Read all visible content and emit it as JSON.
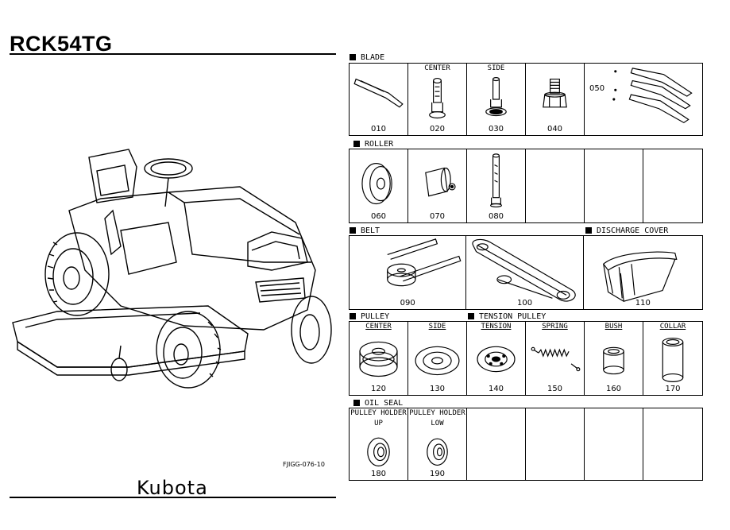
{
  "header": {
    "model": "RCK54TG",
    "figure_code": "FJIGG-076-10",
    "brand_logo": "Kubota"
  },
  "sections": {
    "blade": {
      "title": "BLADE",
      "parts": [
        {
          "sub": "",
          "num": "010"
        },
        {
          "sub": "CENTER",
          "num": "020"
        },
        {
          "sub": "SIDE",
          "num": "030"
        },
        {
          "sub": "",
          "num": "040"
        },
        {
          "sub": "",
          "num": "050"
        }
      ]
    },
    "roller": {
      "title": "ROLLER",
      "parts": [
        {
          "num": "060"
        },
        {
          "num": "070"
        },
        {
          "num": "080"
        }
      ]
    },
    "belt": {
      "title": "BELT",
      "parts": [
        {
          "num": "090"
        },
        {
          "num": "100"
        }
      ]
    },
    "discharge": {
      "title": "DISCHARGE COVER",
      "parts": [
        {
          "num": "110"
        }
      ]
    },
    "pulley": {
      "title": "PULLEY",
      "parts": [
        {
          "sub": "CENTER",
          "num": "120"
        },
        {
          "sub": "SIDE",
          "num": "130"
        }
      ]
    },
    "tension": {
      "title": "TENSION PULLEY",
      "parts": [
        {
          "sub": "TENSION",
          "num": "140"
        },
        {
          "sub": "SPRING",
          "num": "150"
        },
        {
          "sub": "BUSH",
          "num": "160"
        },
        {
          "sub": "COLLAR",
          "num": "170"
        }
      ]
    },
    "oilseal": {
      "title": "OIL SEAL",
      "parts": [
        {
          "sub": "PULLEY HOLDER",
          "sub2": "UP",
          "num": "180"
        },
        {
          "sub": "PULLEY HOLDER",
          "sub2": "LOW",
          "num": "190"
        }
      ]
    }
  }
}
